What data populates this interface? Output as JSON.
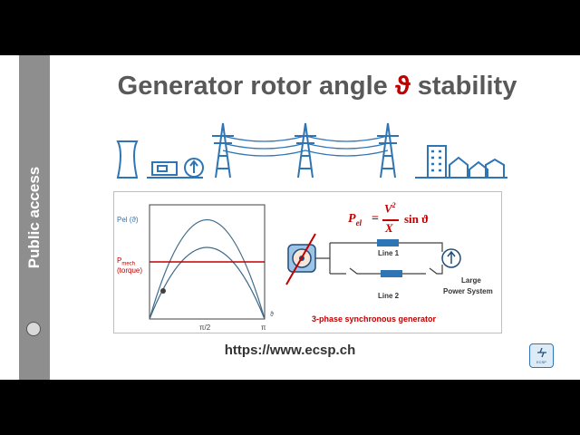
{
  "sidebar": {
    "label": "Public access"
  },
  "title": {
    "prefix": "Generator rotor angle ",
    "symbol": "ϑ",
    "suffix": " stability"
  },
  "footer": {
    "url": "https://www.ecsp.ch"
  },
  "logo": {
    "text": "ECSP"
  },
  "graph": {
    "pel_label": "Pel (ϑ)",
    "pmech_label": "P",
    "pmech_sub": "mech",
    "torque_label": "(torque)",
    "x_tick_mid": "π/2",
    "x_tick_end": "π",
    "x_axis_symbol": "ϑ"
  },
  "formula": {
    "lhs": "P",
    "lhs_sub": "el",
    "numerator": "V",
    "exponent": "2",
    "denominator": "X",
    "trig": "sin ϑ"
  },
  "circuit": {
    "line1": "Line 1",
    "line2": "Line 2",
    "system_line1": "Large",
    "system_line2": "Power System",
    "generator_label": "3-phase synchronous generator"
  },
  "colors": {
    "accent_red": "#c00000",
    "line_blue": "#2e75b6",
    "dark_blue": "#1f4e79",
    "curve_blue": "#3e6a8a"
  }
}
